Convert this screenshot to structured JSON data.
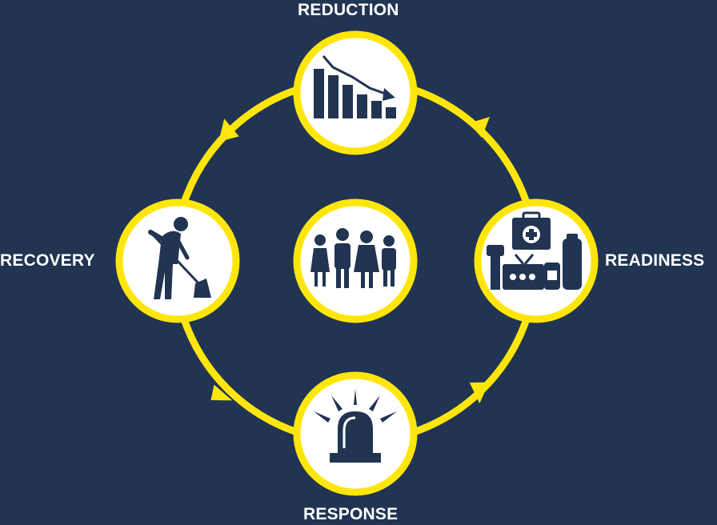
{
  "stages": {
    "reduction": {
      "label": "REDUCTION",
      "icon": "declining-bar-chart-icon"
    },
    "readiness": {
      "label": "READINESS",
      "icon": "emergency-supplies-icon"
    },
    "response": {
      "label": "RESPONSE",
      "icon": "siren-light-icon"
    },
    "recovery": {
      "label": "RECOVERY",
      "icon": "person-sweeping-icon"
    }
  },
  "center": {
    "icon": "community-people-icon"
  },
  "colors": {
    "background": "#213452",
    "accent": "#FFE60A",
    "icon_fill": "#213452",
    "circle_fill": "#FFFFFF"
  }
}
